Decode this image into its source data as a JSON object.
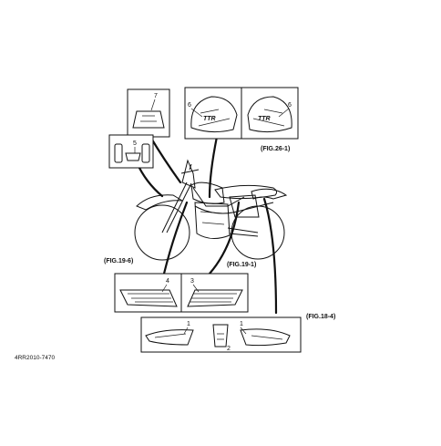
{
  "diagram": {
    "figure_code": "4RR2010-7470",
    "refs": {
      "fig26": "(FIG.26-1)",
      "fig196": "(FIG.19-6)",
      "fig191": "(FIG.19-1)",
      "fig184": "(FIG.18-4)"
    },
    "parts": {
      "p7": "7",
      "p5": "5",
      "p6a": "6",
      "p6b": "6",
      "p4": "4",
      "p3": "3",
      "p1a": "1",
      "p2": "2",
      "p1b": "1"
    },
    "tank_emblem": "TTR"
  }
}
